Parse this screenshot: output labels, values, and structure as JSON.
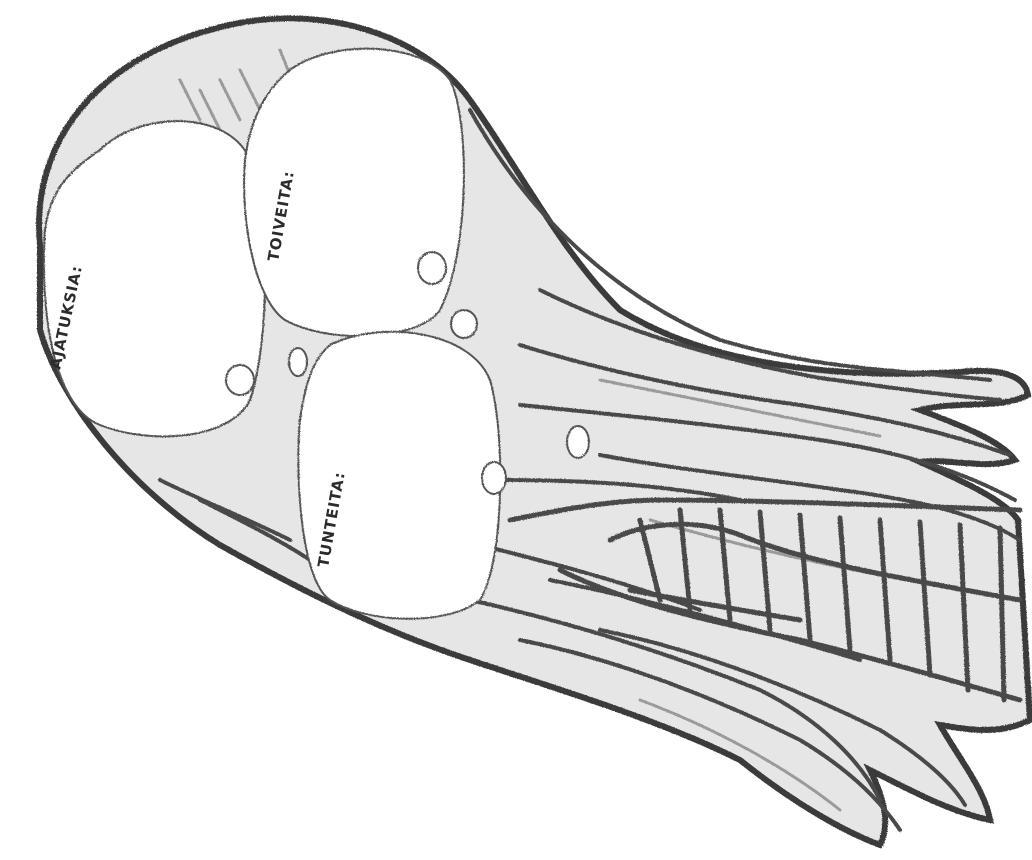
{
  "illustration": {
    "subject": "pencil-drawn-head-from-above",
    "bubbles": [
      {
        "label": "AJATUKSIA:"
      },
      {
        "label": "TOIVEITA:"
      },
      {
        "label": "TUNTEITA:"
      }
    ]
  },
  "colors": {
    "background": "#ffffff",
    "head_fill": "#e6e6e6",
    "outline": "#3a3a3a",
    "bubble_fill": "#ffffff"
  }
}
